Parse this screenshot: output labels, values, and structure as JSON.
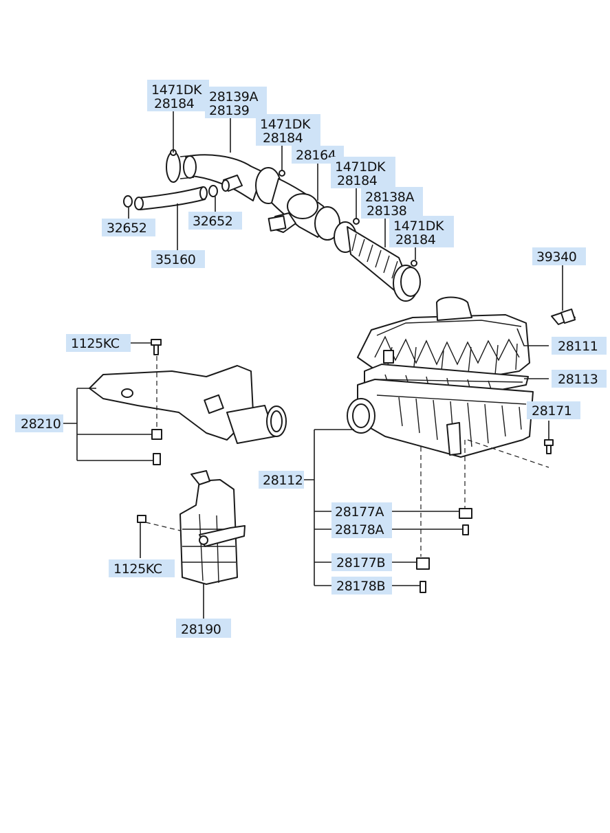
{
  "labels": {
    "clamp_a": "1471DK",
    "clamp_a2": "28184",
    "hose_upper_a": "28139A",
    "hose_upper": "28139",
    "clamp_b": "1471DK",
    "clamp_b2": "28184",
    "resonator_hose": "28164",
    "clamp_c": "1471DK",
    "clamp_c2": "28184",
    "intake_hose_a": "28138A",
    "intake_hose": "28138",
    "clamp_d": "1471DK",
    "clamp_d2": "28184",
    "clip_left": "32652",
    "clip_right": "32652",
    "breather_hose": "35160",
    "sensor": "39340",
    "bolt_top": "1125KC",
    "cover": "28111",
    "element": "28113",
    "duct": "28210",
    "bolt_side": "28171",
    "body": "28112",
    "grommet_a": "28177A",
    "collar_a": "28178A",
    "grommet_b": "28177B",
    "collar_b": "28178B",
    "bolt_resonator": "1125KC",
    "resonator": "28190"
  }
}
